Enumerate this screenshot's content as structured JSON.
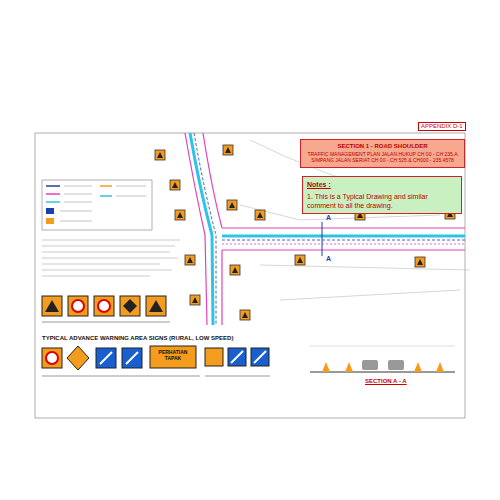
{
  "diagram": {
    "nodes": [
      {
        "text": [
          "SECTION 1 - ROAD SHOULDER",
          "TRAFFIC MANAGEMENT PLAN JALAN HUKUP CH 00 - CH 235.A",
          "SIMPANG JALAN SERIAT CH 00 - CH 525 & CH000 - 235.4578"
        ]
      },
      {
        "text": [
          "Notes :",
          "1. This is a Typical Drawing and similar comment to all the drawing."
        ]
      }
    ],
    "labels": [
      "APPENDIX D-1",
      "TYPICAL ADVANCE WARNING AREA SIGNS (RURAL, LOW SPEED)",
      "PERHATIAN TAPAK",
      "SECTION A - A",
      "A",
      "A"
    ]
  }
}
